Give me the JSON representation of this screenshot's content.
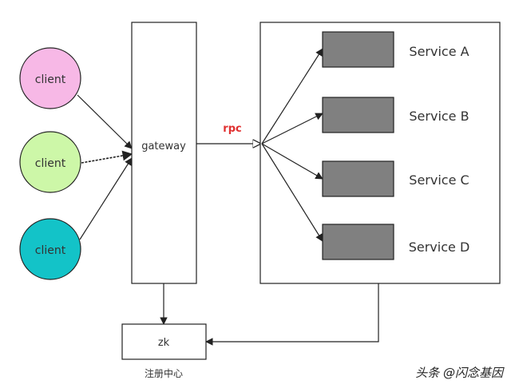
{
  "diagram": {
    "clients": [
      {
        "label": "client",
        "color": "#f7b8e6"
      },
      {
        "label": "client",
        "color": "#cdf7a8"
      },
      {
        "label": "client",
        "color": "#13c3c8"
      }
    ],
    "gateway": {
      "label": "gateway"
    },
    "edge_label": {
      "text": "rpc",
      "color": "#e03030"
    },
    "services": [
      {
        "label": "Service A",
        "box_color": "#808080"
      },
      {
        "label": "Service B",
        "box_color": "#808080"
      },
      {
        "label": "Service C",
        "box_color": "#808080"
      },
      {
        "label": "Service D",
        "box_color": "#808080"
      }
    ],
    "registry": {
      "label": "zk",
      "caption": "注册中心"
    },
    "watermark": {
      "text": "头条 @闪念基因"
    }
  }
}
